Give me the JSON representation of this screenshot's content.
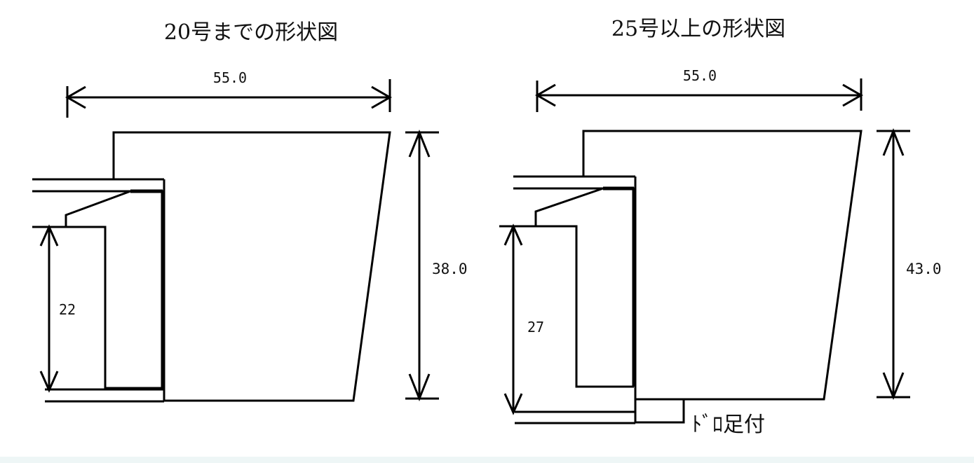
{
  "left_figure": {
    "title": "20号までの形状図",
    "width_label": "55.0",
    "height_label": "38.0",
    "inner_height_label": "22"
  },
  "right_figure": {
    "title": "25号以上の形状図",
    "width_label": "55.0",
    "height_label": "43.0",
    "inner_height_label": "27",
    "foot_label": "ﾄﾞﾛ足付"
  }
}
